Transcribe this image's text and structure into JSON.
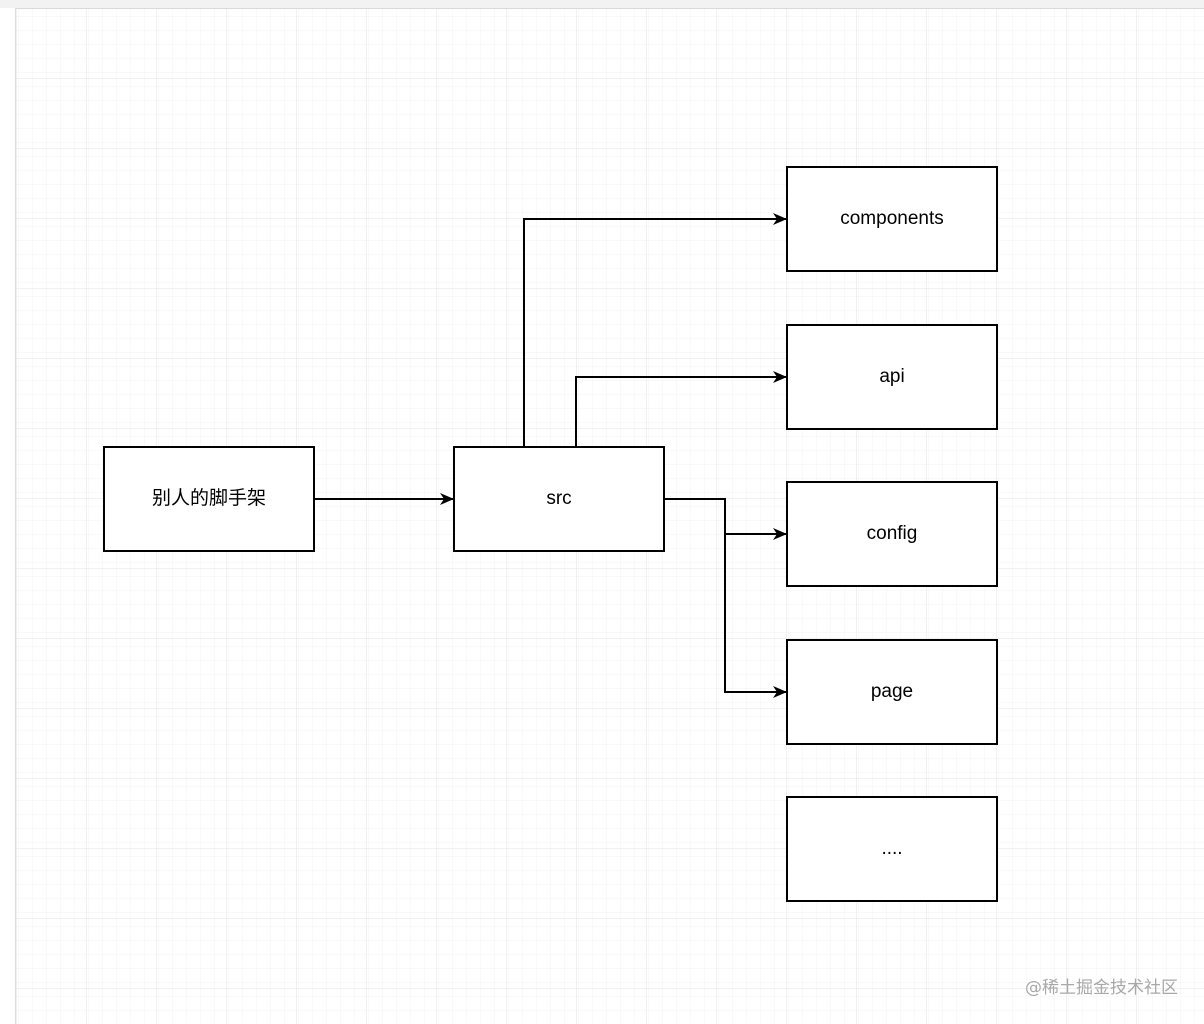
{
  "colors": {
    "grid_minor": "#f3f3f3",
    "grid_major": "#e3e3e3",
    "stroke": "#000000",
    "node_fill": "#ffffff",
    "watermark": "#a8a8a8"
  },
  "nodes": {
    "scaffold": {
      "label": "别人的脚手架"
    },
    "src": {
      "label": "src"
    },
    "components": {
      "label": "components"
    },
    "api": {
      "label": "api"
    },
    "config": {
      "label": "config"
    },
    "page": {
      "label": "page"
    },
    "more": {
      "label": "...."
    }
  },
  "edges": [
    {
      "from": "scaffold",
      "to": "src"
    },
    {
      "from": "src",
      "to": "components"
    },
    {
      "from": "src",
      "to": "api"
    },
    {
      "from": "src",
      "to": "config"
    },
    {
      "from": "src",
      "to": "page"
    }
  ],
  "watermark": {
    "text": "@稀土掘金技术社区"
  }
}
